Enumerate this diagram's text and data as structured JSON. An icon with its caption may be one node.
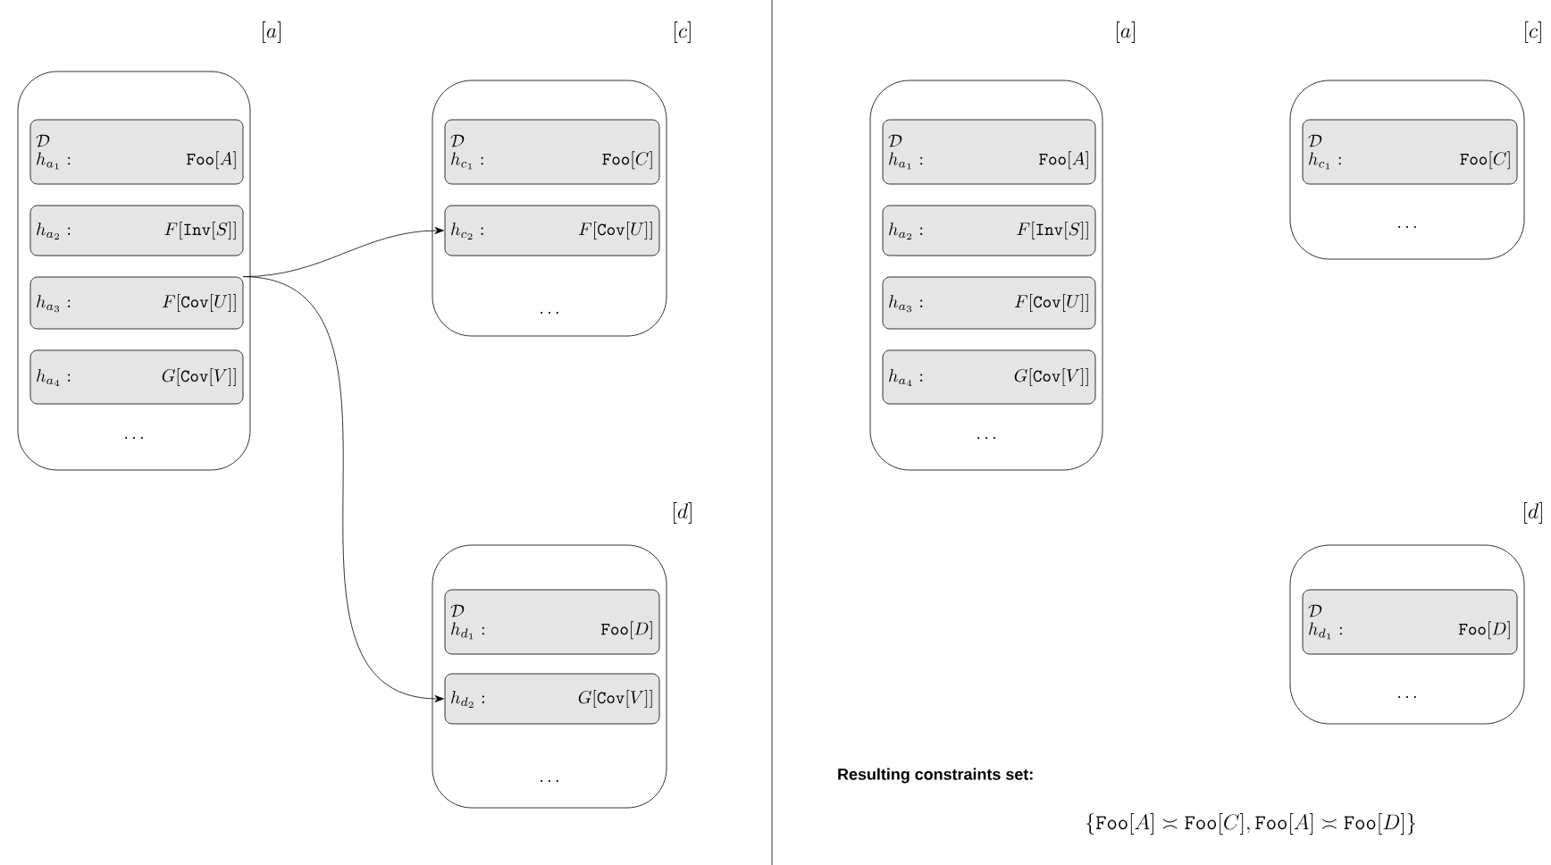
{
  "diagram": {
    "nodes": [
      {
        "text": [
          "[a]",
          "\\dots"
        ]
      },
      {
        "text": [
          "\\mathcal{D}",
          "h_{a_1} :",
          "\\mathtt{Foo}[A]"
        ],
        "in": 0
      },
      {
        "text": [
          "h_{a_2} :",
          "F[\\mathtt{Inv}[S]]"
        ],
        "in": 0
      },
      {
        "text": [
          "h_{a_3} :",
          "F[\\mathtt{Cov}[U]]"
        ],
        "in": 0
      },
      {
        "text": [
          "h_{a_4} :",
          "G[\\mathtt{Cov}[V]]"
        ],
        "in": 0
      },
      {
        "text": [
          "[c]",
          "\\dots"
        ]
      },
      {
        "text": [
          "\\mathcal{D}",
          "h_{c_1} :",
          "\\mathtt{Foo}[C]"
        ],
        "in": 5
      },
      {
        "text": [
          "h_{c_2} :",
          "F[\\mathtt{Cov}[U]]"
        ],
        "in": 5
      },
      {
        "text": [
          "[d]",
          "\\dots"
        ]
      },
      {
        "text": [
          "\\mathcal{D}",
          "h_{d_1} :",
          "\\mathtt{Foo}[D]"
        ],
        "in": 8
      },
      {
        "text": [
          "h_{d_2} :",
          "G[\\mathtt{Cov}[V]]"
        ],
        "in": 8
      },
      {
        "text": [
          "[a]",
          "\\dots"
        ]
      },
      {
        "text": [
          "\\mathcal{D}",
          "h_{a_1} :",
          "\\mathtt{Foo}[A]"
        ],
        "in": 11
      },
      {
        "text": [
          "h_{a_2} :",
          "F[\\mathtt{Inv}[S]]"
        ],
        "in": 11
      },
      {
        "text": [
          "h_{a_3} :",
          "F[\\mathtt{Cov}[U]]"
        ],
        "in": 11
      },
      {
        "text": [
          "h_{a_4} :",
          "G[\\mathtt{Cov}[V]]"
        ],
        "in": 11
      },
      {
        "text": [
          "[c]",
          "\\dots"
        ]
      },
      {
        "text": [
          "\\mathcal{D}",
          "h_{c_1} :",
          "\\mathtt{Foo}[C]"
        ],
        "in": 16
      },
      {
        "text": [
          "[d]",
          "\\dots"
        ]
      },
      {
        "text": [
          "\\mathcal{D}",
          "h_{d_1} :",
          "\\mathtt{Foo}[D]"
        ],
        "in": 18
      }
    ],
    "edges": [
      {
        "from": 3,
        "to": 7,
        "arrow": "to"
      },
      {
        "from": 3,
        "to": 10,
        "arrow": "to"
      }
    ],
    "labels": [
      "Resulting constraints set:",
      "\\{\\mathtt{Foo}[A] \\asymp \\mathtt{Foo}[C], \\mathtt{Foo}[A] \\asymp \\mathtt{Foo}[D]\\}"
    ]
  }
}
